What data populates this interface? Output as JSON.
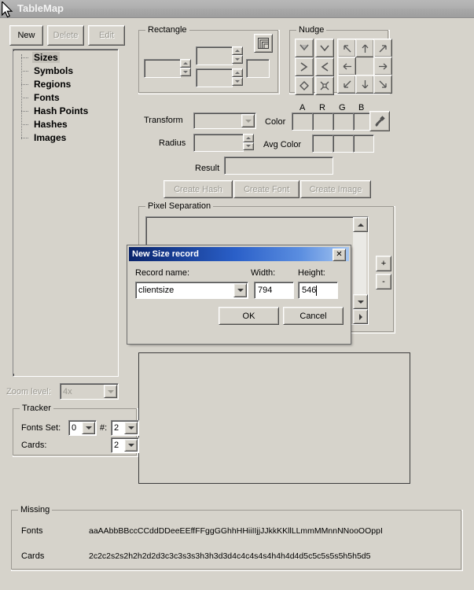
{
  "window": {
    "title": "TableMap"
  },
  "toolbar": {
    "new_label": "New",
    "delete_label": "Delete",
    "edit_label": "Edit"
  },
  "tree": {
    "items": [
      {
        "label": "Sizes",
        "selected": true
      },
      {
        "label": "Symbols",
        "selected": false
      },
      {
        "label": "Regions",
        "selected": false
      },
      {
        "label": "Fonts",
        "selected": false
      },
      {
        "label": "Hash Points",
        "selected": false
      },
      {
        "label": "Hashes",
        "selected": false
      },
      {
        "label": "Images",
        "selected": false
      }
    ]
  },
  "rectangle": {
    "legend": "Rectangle",
    "left_value": "",
    "top_value": "",
    "bottom_value": "",
    "right_value": "",
    "snap_icon": "nested-rectangles-icon"
  },
  "nudge": {
    "legend": "Nudge",
    "shape_buttons": [
      "expand-vertical-in-icon",
      "contract-vertical-icon",
      "expand-horizontal-icon",
      "contract-horizontal-icon",
      "expand-all-icon",
      "contract-all-icon"
    ],
    "direction_buttons": [
      "arrow-up-left-icon",
      "arrow-up-icon",
      "arrow-up-right-icon",
      "arrow-left-icon",
      "",
      "arrow-right-icon",
      "arrow-down-left-icon",
      "arrow-down-icon",
      "arrow-down-right-icon"
    ]
  },
  "properties": {
    "transform_label": "Transform",
    "transform_value": "",
    "radius_label": "Radius",
    "radius_value": "",
    "result_label": "Result",
    "result_value": "",
    "color_label": "Color",
    "avg_color_label": "Avg Color",
    "channels": [
      "A",
      "R",
      "G",
      "B"
    ],
    "color_values": [
      "",
      "",
      "",
      ""
    ],
    "avg_color_values": [
      "",
      "",
      ""
    ],
    "eyedropper_icon": "eyedropper-icon"
  },
  "create_buttons": {
    "create_hash": "Create Hash",
    "create_font": "Create Font",
    "create_image": "Create Image"
  },
  "pixel_separation": {
    "legend": "Pixel Separation",
    "list_items": [],
    "add_label": "+",
    "remove_label": "-"
  },
  "preview": {
    "content": ""
  },
  "zoom": {
    "label": "Zoom level:",
    "value": "4x"
  },
  "tracker": {
    "legend": "Tracker",
    "fonts_set_label": "Fonts Set:",
    "fonts_set_value": "0",
    "hash_label": "#:",
    "hash_value": "2",
    "cards_label": "Cards:",
    "cards_value": "2"
  },
  "missing": {
    "legend": "Missing",
    "fonts_label": "Fonts",
    "fonts_value": "aaAAbbBBccCCddDDeeEEffFFggGGhhHHiiIIjjJJkkKKllLLmmMMnnNNooOOppI",
    "cards_label": "Cards",
    "cards_value": "2c2c2s2s2h2h2d2d3c3c3s3s3h3h3d3d4c4c4s4s4h4h4d4d5c5c5s5s5h5h5d5"
  },
  "dialog": {
    "title": "New Size record",
    "close_label": "✕",
    "record_name_label": "Record name:",
    "record_name_value": "clientsize",
    "width_label": "Width:",
    "width_value": "794",
    "height_label": "Height:",
    "height_value": "546",
    "ok_label": "OK",
    "cancel_label": "Cancel"
  },
  "colors": {
    "face": "#d6d3cb",
    "titlebar_inactive": "#aaaaaa",
    "dialog_title_start": "#0a246a",
    "dialog_title_end": "#a6c6f0"
  }
}
